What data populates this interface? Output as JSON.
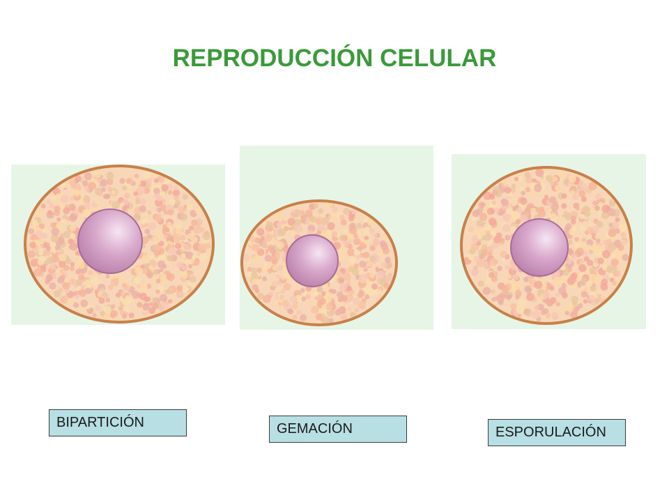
{
  "title": "REPRODUCCIÓN CELULAR",
  "colors": {
    "title": "#3a9a3a",
    "panel_bg": "#e6f5e6",
    "cytoplasm": "#f8d7b8",
    "membrane": "#c8804a",
    "nucleus": "#c98fb8",
    "label_bg": "#b8dfe3"
  },
  "panels": [
    {
      "id": "biparticion",
      "label": "BIPARTICIÓN"
    },
    {
      "id": "gemacion",
      "label": "GEMACIÓN"
    },
    {
      "id": "esporulacion",
      "label": "ESPORULACIÓN"
    }
  ]
}
